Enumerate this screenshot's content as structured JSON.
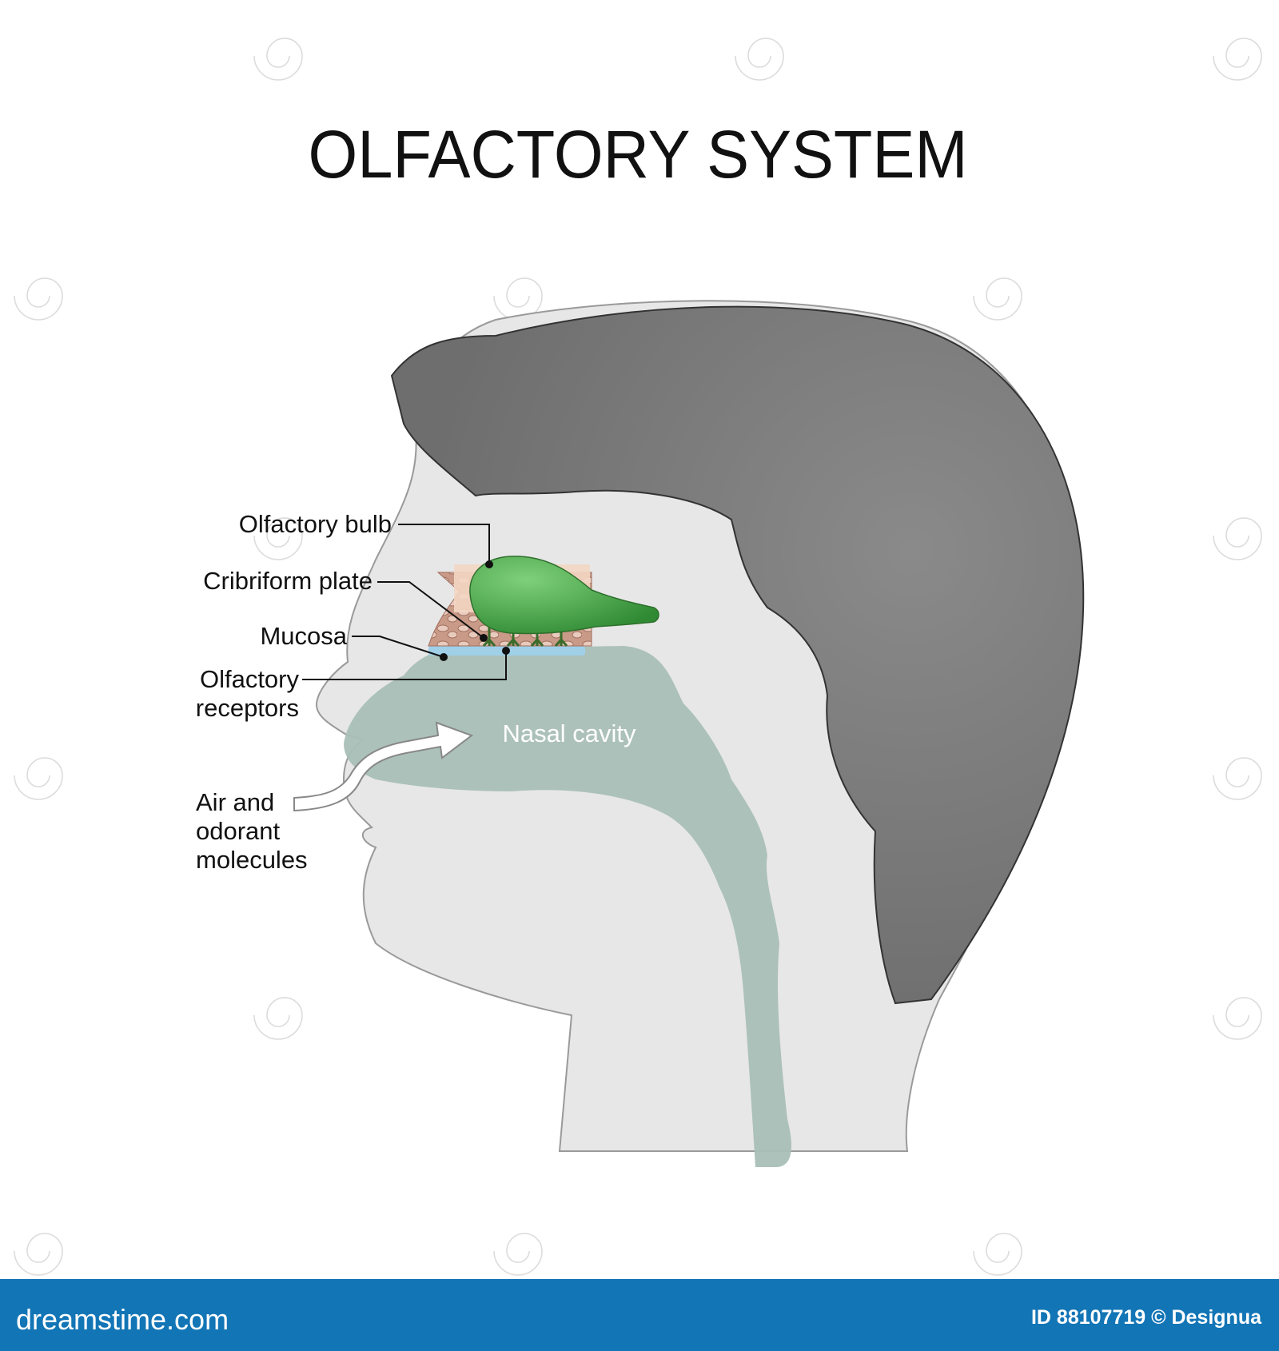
{
  "title": "OLFACTORY SYSTEM",
  "labels": {
    "olfactory_bulb": "Olfactory bulb",
    "cribriform_plate": "Cribriform plate",
    "mucosa": "Mucosa",
    "olfactory_receptors_line1": "Olfactory",
    "olfactory_receptors_line2": "receptors",
    "nasal_cavity": "Nasal cavity",
    "air_line1": "Air and",
    "air_line2": "odorant",
    "air_line3": "molecules"
  },
  "footer": {
    "brand": "dreamstime.com",
    "id_text": "ID 88107719 © Designua",
    "bar_color": "#1275b6"
  },
  "colors": {
    "hair": "#7b7b7b",
    "face": "#e7e7e7",
    "cavity": "#a9bfb7",
    "bulb": "#3f9a3e",
    "mucosa": "#9fd0e8"
  }
}
